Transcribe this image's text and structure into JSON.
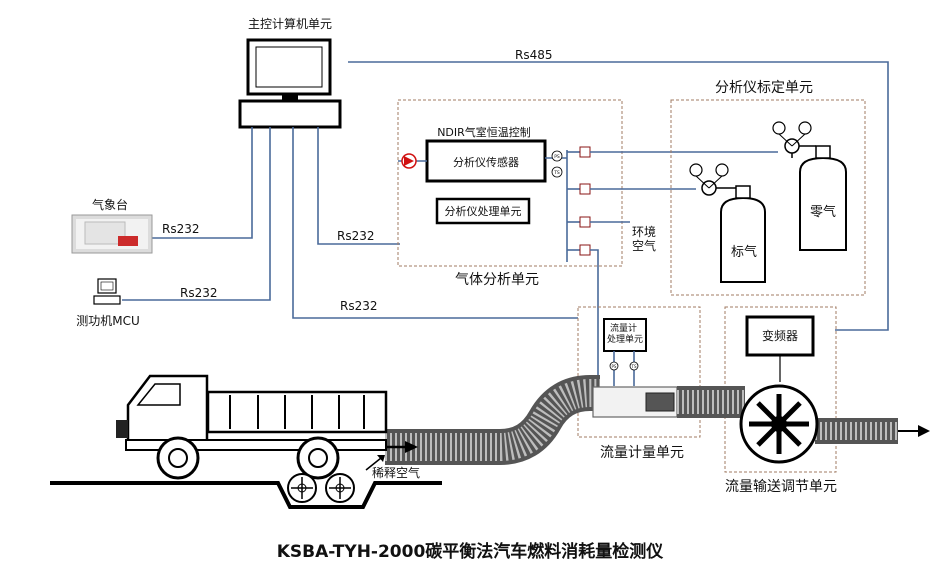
{
  "labels": {
    "computer": "主控计算机单元",
    "rs485": "Rs485",
    "calibration_unit": "分析仪标定单元",
    "ndir": "NDIR气室恒温控制",
    "sensor": "分析仪传感器",
    "processor": "分析仪处理单元",
    "env_air": "环境\n空气",
    "standard_gas": "标气",
    "zero_gas": "零气",
    "gas_unit": "气体分析单元",
    "weather": "气象台",
    "rs232_weather": "Rs232",
    "rs232_ndir": "Rs232",
    "rs232_mcu": "Rs232",
    "rs232_flow": "Rs232",
    "mcu": "测功机MCU",
    "flowmeter_proc": "流量计\n处理单元",
    "vfd": "变频器",
    "dilution_air": "稀释空气",
    "flow_unit": "流量计量单元",
    "flow_transport": "流量输送调节单元",
    "pressure_sensor": "PS",
    "temp_sensor": "TS",
    "title": "KSBA-TYH-2000碳平衡法汽车燃料消耗量检测仪"
  },
  "colors": {
    "wire": "#4a6a9a",
    "dashed_border": "#a07b63",
    "pump": "#d01010",
    "weather_red": "#cc2b2b"
  },
  "icons": [
    "monitor-icon",
    "pc-icon",
    "pump-icon",
    "gas-cylinder-icon",
    "pressure-regulator-icon",
    "valve-icon",
    "truck-icon",
    "fan-icon",
    "roller-icon",
    "arrow-icon",
    "weather-station-icon"
  ]
}
